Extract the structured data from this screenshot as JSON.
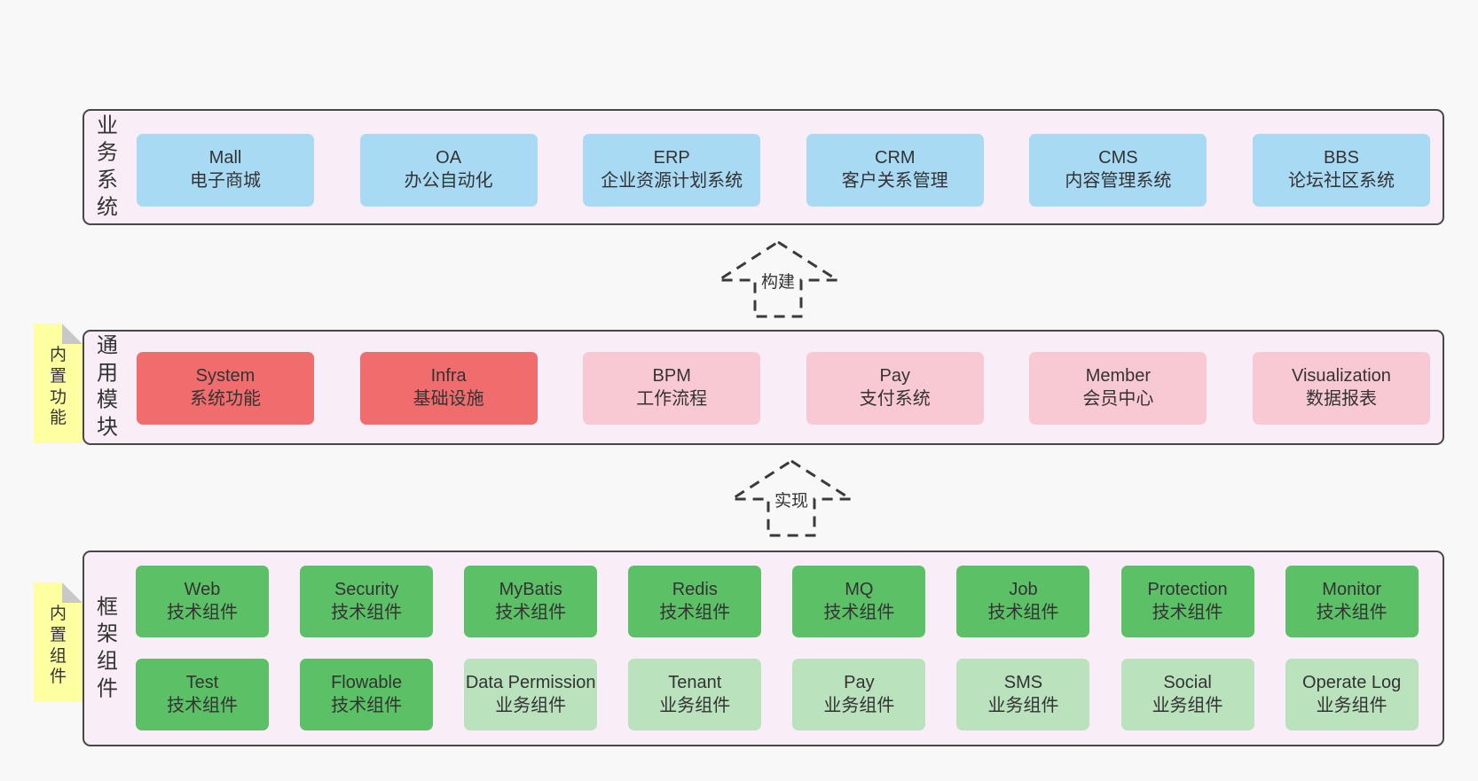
{
  "colors": {
    "page_bg": "#f8f8f8",
    "panel_bg": "#f9eef7",
    "panel_border": "#474747",
    "box_blue": "#a8daf4",
    "box_red": "#f16c6c",
    "box_pink": "#f9c9d3",
    "box_green_dark": "#5cc166",
    "box_green_light": "#b9e2bd",
    "sticky_yellow": "#feffa0",
    "sticky_fold_gray": "#c8c8c8",
    "text": "#333333"
  },
  "sections": [
    {
      "label": "业务系统",
      "boxes": [
        {
          "en": "Mall",
          "zh": "电子商城"
        },
        {
          "en": "OA",
          "zh": "办公自动化"
        },
        {
          "en": "ERP",
          "zh": "企业资源计划系统"
        },
        {
          "en": "CRM",
          "zh": "客户关系管理"
        },
        {
          "en": "CMS",
          "zh": "内容管理系统"
        },
        {
          "en": "BBS",
          "zh": "论坛社区系统"
        }
      ]
    },
    {
      "label": "通用模块",
      "sticky": "内置功能",
      "boxes": [
        {
          "en": "System",
          "zh": "系统功能"
        },
        {
          "en": "Infra",
          "zh": "基础设施"
        },
        {
          "en": "BPM",
          "zh": "工作流程"
        },
        {
          "en": "Pay",
          "zh": "支付系统"
        },
        {
          "en": "Member",
          "zh": "会员中心"
        },
        {
          "en": "Visualization",
          "zh": "数据报表"
        }
      ]
    },
    {
      "label": "框架组件",
      "sticky": "内置组件",
      "boxes": [
        {
          "en": "Web",
          "zh": "技术组件"
        },
        {
          "en": "Security",
          "zh": "技术组件"
        },
        {
          "en": "MyBatis",
          "zh": "技术组件"
        },
        {
          "en": "Redis",
          "zh": "技术组件"
        },
        {
          "en": "MQ",
          "zh": "技术组件"
        },
        {
          "en": "Job",
          "zh": "技术组件"
        },
        {
          "en": "Protection",
          "zh": "技术组件"
        },
        {
          "en": "Monitor",
          "zh": "技术组件"
        },
        {
          "en": "Test",
          "zh": "技术组件"
        },
        {
          "en": "Flowable",
          "zh": "技术组件"
        },
        {
          "en": "Data Permission",
          "zh": "业务组件"
        },
        {
          "en": "Tenant",
          "zh": "业务组件"
        },
        {
          "en": "Pay",
          "zh": "业务组件"
        },
        {
          "en": "SMS",
          "zh": "业务组件"
        },
        {
          "en": "Social",
          "zh": "业务组件"
        },
        {
          "en": "Operate Log",
          "zh": "业务组件"
        }
      ]
    }
  ],
  "arrows": [
    {
      "label": "构建"
    },
    {
      "label": "实现"
    }
  ]
}
